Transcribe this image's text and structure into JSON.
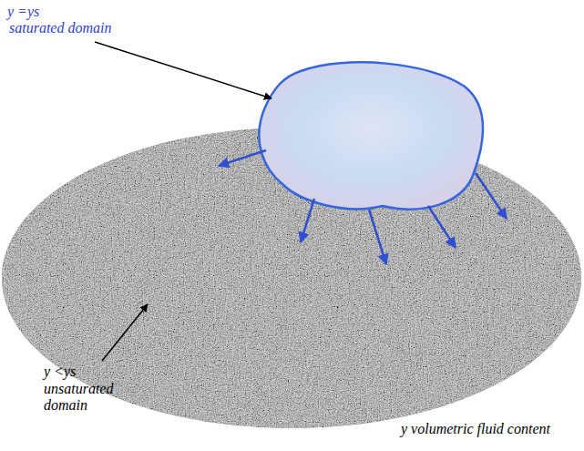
{
  "diagram": {
    "labels": [
      "y =ys",
      "saturated domain",
      "y <ys",
      "unsaturated domain",
      "y volumetric fluid content"
    ]
  }
}
